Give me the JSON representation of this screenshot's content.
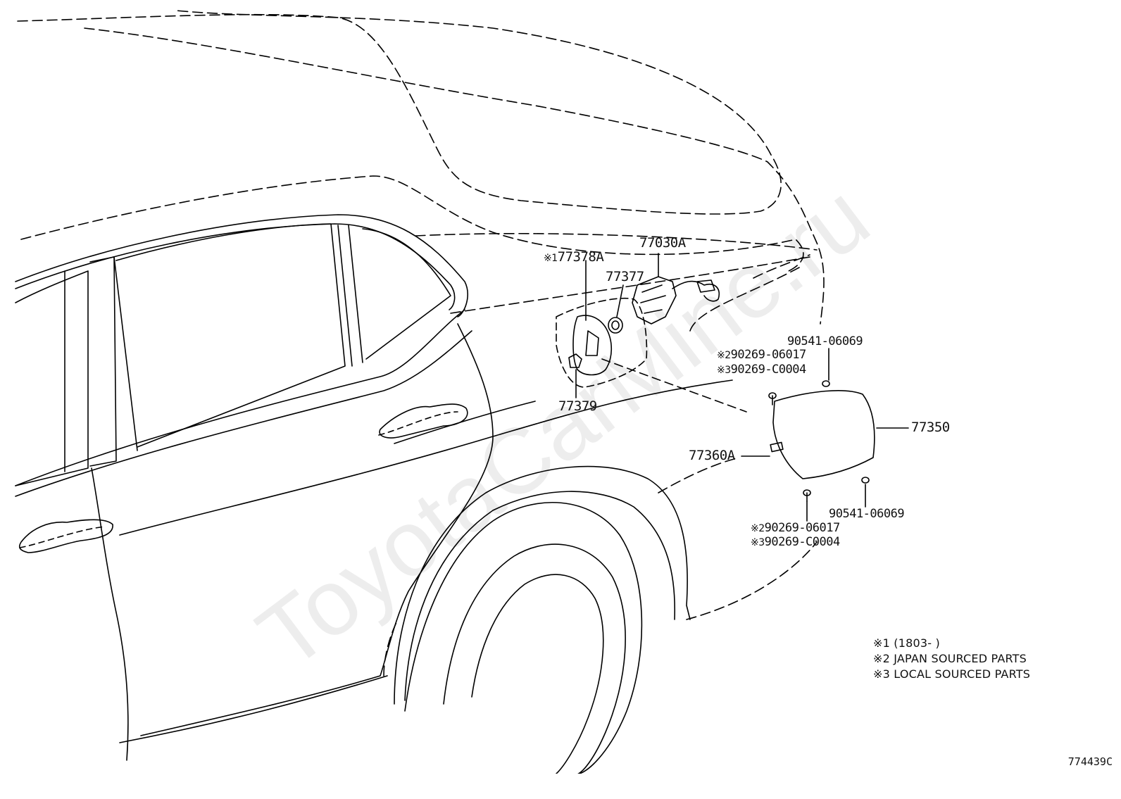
{
  "watermark": "ToyotaCarMine.ru",
  "figure_code": "774439C",
  "parts": {
    "p77030A": "77030A",
    "p77378A": "77378A",
    "p77378A_mark": "※1",
    "p77377": "77377",
    "p77379": "77379",
    "p90541_top": "90541-06069",
    "p90269_06017_top": "90269-06017",
    "p90269_06017_top_mark": "※2",
    "p90269_C0004_top": "90269-C0004",
    "p90269_C0004_top_mark": "※3",
    "p77350": "77350",
    "p77360A": "77360A",
    "p90541_bottom": "90541-06069",
    "p90269_06017_bottom": "90269-06017",
    "p90269_06017_bottom_mark": "※2",
    "p90269_C0004_bottom": "90269-C0004",
    "p90269_C0004_bottom_mark": "※3"
  },
  "legend": {
    "note1": "※1 (1803-       )",
    "note2": "※2 JAPAN SOURCED PARTS",
    "note3": "※3 LOCAL SOURCED PARTS"
  }
}
